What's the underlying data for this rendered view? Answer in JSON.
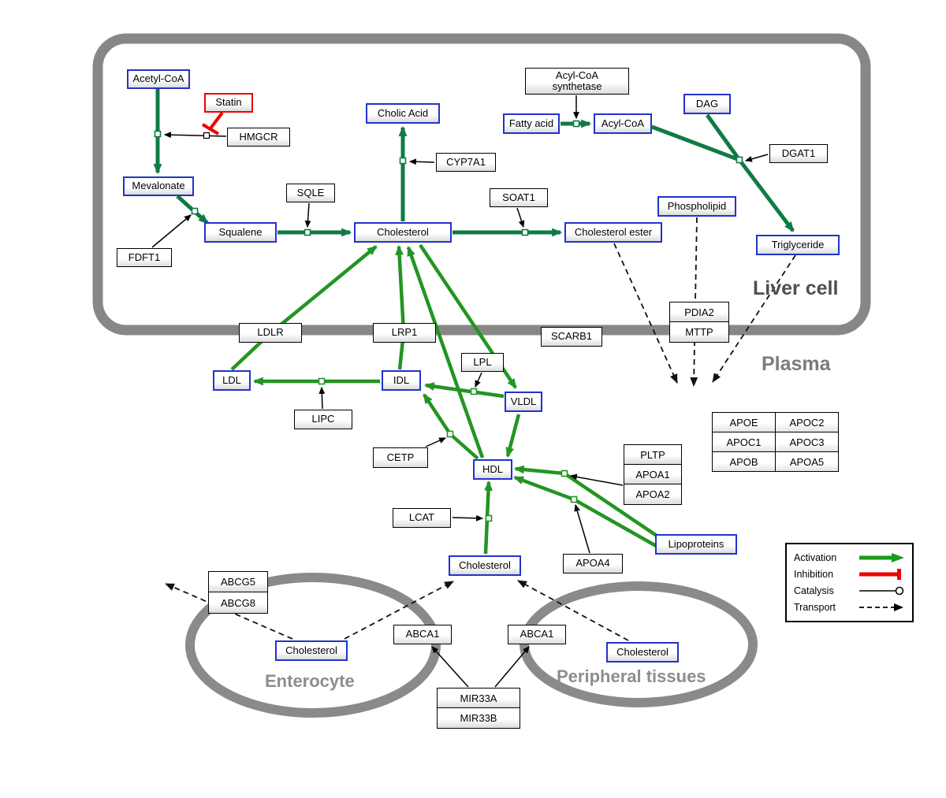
{
  "regions": {
    "liver_cell": "Liver cell",
    "plasma": "Plasma",
    "enterocyte": "Enterocyte",
    "peripheral_tissues": "Peripheral tissues"
  },
  "nodes": {
    "acetyl_coa": "Acetyl-CoA",
    "statin": "Statin",
    "hmgcr": "HMGCR",
    "mevalonate": "Mevalonate",
    "fdft1": "FDFT1",
    "sqle": "SQLE",
    "squalene": "Squalene",
    "cholic_acid": "Cholic Acid",
    "cyp7a1": "CYP7A1",
    "cholesterol_liver": "Cholesterol",
    "soat1": "SOAT1",
    "cholesterol_ester": "Cholesterol ester",
    "acyl_coa_synthetase_line1": "Acyl-CoA",
    "acyl_coa_synthetase_line2": "synthetase",
    "fatty_acid": "Fatty acid",
    "acyl_coa": "Acyl-CoA",
    "dag": "DAG",
    "dgat1": "DGAT1",
    "phospholipid": "Phospholipid",
    "triglyceride": "Triglyceride",
    "ldlr": "LDLR",
    "lrp1": "LRP1",
    "scarb1": "SCARB1",
    "pdia2": "PDIA2",
    "mttp": "MTTP",
    "ldl": "LDL",
    "idl": "IDL",
    "vldl": "VLDL",
    "hdl": "HDL",
    "lipc": "LIPC",
    "lpl": "LPL",
    "cetp": "CETP",
    "lcat": "LCAT",
    "pltp": "PLTP",
    "apoa1": "APOA1",
    "apoa2": "APOA2",
    "apoa4": "APOA4",
    "lipoproteins": "Lipoproteins",
    "cholesterol_plasma": "Cholesterol",
    "abcg5": "ABCG5",
    "abcg8": "ABCG8",
    "cholesterol_enterocyte": "Cholesterol",
    "abca1_enterocyte": "ABCA1",
    "abca1_peripheral": "ABCA1",
    "cholesterol_peripheral": "Cholesterol",
    "mir33a": "MIR33A",
    "mir33b": "MIR33B"
  },
  "apolipoprotein_table": {
    "rows": [
      [
        "APOE",
        "APOC2"
      ],
      [
        "APOC1",
        "APOC3"
      ],
      [
        "APOB",
        "APOA5"
      ]
    ]
  },
  "legend": {
    "activation": "Activation",
    "inhibition": "Inhibition",
    "catalysis": "Catalysis",
    "transport": "Transport"
  },
  "colors": {
    "metabolite_border": "#2233cc",
    "gene_border": "#000000",
    "statin_border": "#ee0000",
    "conversion_green": "#0f7b43",
    "interaction_green": "#229522",
    "inhibition_red": "#ee0000",
    "membrane_gray": "#878787",
    "transport_black": "#111111"
  }
}
